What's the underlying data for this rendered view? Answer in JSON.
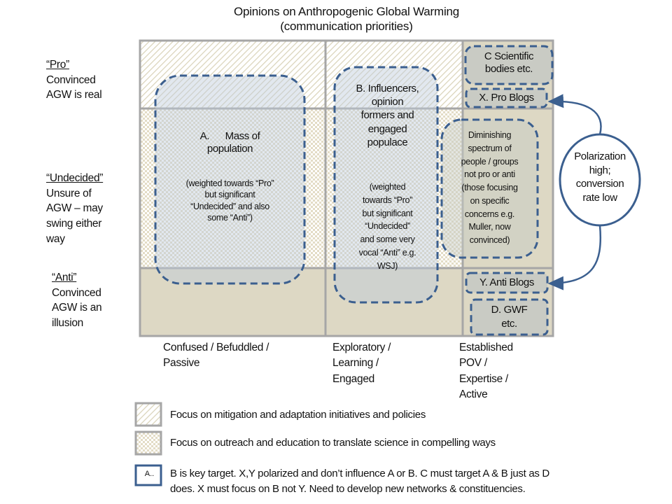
{
  "title": {
    "line1": "Opinions on Anthropogenic Global Warming",
    "line2": "(communication priorities)"
  },
  "rows": [
    {
      "heading": "“Pro”",
      "text": [
        "Convinced",
        "AGW is real"
      ]
    },
    {
      "heading": "“Undecided”",
      "text": [
        "Unsure of",
        "AGW – may",
        "swing either",
        "way"
      ]
    },
    {
      "heading": "“Anti”",
      "text": [
        "Convinced",
        "AGW is an",
        "illusion"
      ]
    }
  ],
  "columns": [
    {
      "lines": [
        "Confused / Befuddled /",
        "Passive"
      ]
    },
    {
      "lines": [
        "Exploratory /",
        "Learning /",
        "Engaged"
      ]
    },
    {
      "lines": [
        "Established",
        "POV /",
        "Expertise /",
        "Active"
      ]
    }
  ],
  "groups": {
    "a": {
      "title": [
        "A.      Mass of",
        "population"
      ],
      "note": [
        "(weighted towards “Pro”",
        "but significant",
        "“Undecided” and also",
        "some “Anti”)"
      ]
    },
    "b": {
      "title": [
        "B. Influencers,",
        "opinion",
        "formers and",
        "engaged",
        "populace"
      ],
      "note": [
        "(weighted",
        "towards “Pro”",
        "but significant",
        "“Undecided”",
        "and some very",
        "vocal “Anti” e.g.",
        "WSJ)"
      ]
    },
    "c": [
      "C Scientific",
      "bodies etc."
    ],
    "x": "X. Pro Blogs",
    "diminishing": [
      "Diminishing",
      "spectrum of",
      "people / groups",
      "not pro or anti",
      "(those focusing",
      "on specific",
      "concerns e.g.",
      "Muller, now",
      "convinced)"
    ],
    "y": "Y. Anti Blogs",
    "d": [
      "D. GWF",
      "etc."
    ]
  },
  "polarization": [
    "Polarization",
    "high;",
    "conversion",
    "rate low"
  ],
  "legend": {
    "hatched": "Focus on mitigation and adaptation initiatives and policies",
    "dotted": "Focus on outreach and education to translate science in compelling ways",
    "box_sample": "A..",
    "box_text": [
      "B is key target. X,Y polarized and don’t influence A or B. C must target A & B just as D",
      "does. X must focus on B not Y.  Need to develop new networks & constituencies."
    ]
  },
  "colors": {
    "tan": "#ddd8c4",
    "grid": "#a6a6a6",
    "dash": "#3b5f8f",
    "box_fill": "#c8d3de"
  }
}
